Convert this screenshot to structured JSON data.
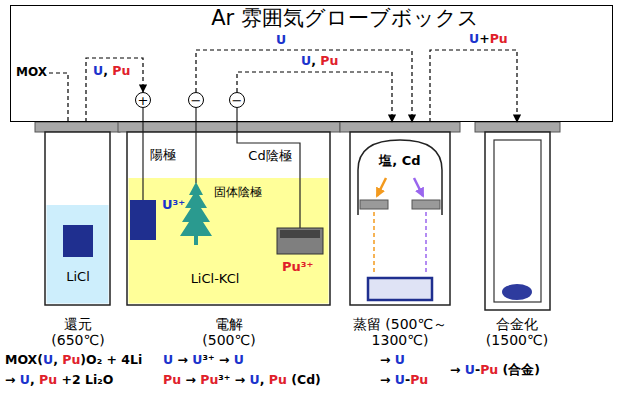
{
  "diagram": {
    "nodes": [
      {
        "text": [
          "Ar 雰囲気グローブボックス"
        ]
      },
      {
        "text": [
          "+"
        ],
        "in": 0
      },
      {
        "text": [
          "−"
        ],
        "in": 0
      },
      {
        "text": [
          "−"
        ],
        "in": 0
      },
      {
        "text": [
          "LiCl",
          "還元 (650℃)"
        ]
      },
      {
        "text": [
          "陽極",
          "U³⁺",
          "固体陰極",
          "Cd陰極",
          "LiCl-KCl",
          "Pu³⁺",
          "電解 (500℃)"
        ]
      },
      {
        "text": [
          "塩, Cd",
          "蒸留 (500℃～1300℃)"
        ]
      },
      {
        "text": [
          "合金化 (1500℃)"
        ]
      }
    ],
    "edges": [
      {
        "from": 4,
        "to": 1,
        "arrow": "to",
        "label": "U, Pu"
      },
      {
        "from": 2,
        "to": 6,
        "arrow": "to",
        "label": "U"
      },
      {
        "from": 3,
        "to": 6,
        "arrow": "to",
        "label": "U, Pu"
      },
      {
        "from": 6,
        "to": 7,
        "arrow": "to",
        "label": "U+Pu"
      }
    ],
    "labels": [
      "MOX",
      "MOX(U, Pu)O₂ + 4Li",
      "→ U, Pu +2 Li₂O",
      "U → U³⁺ → U",
      "Pu → Pu³⁺ → U, Pu (Cd)",
      "→ U",
      "→ U-Pu",
      "→ U-Pu (合金)"
    ]
  }
}
